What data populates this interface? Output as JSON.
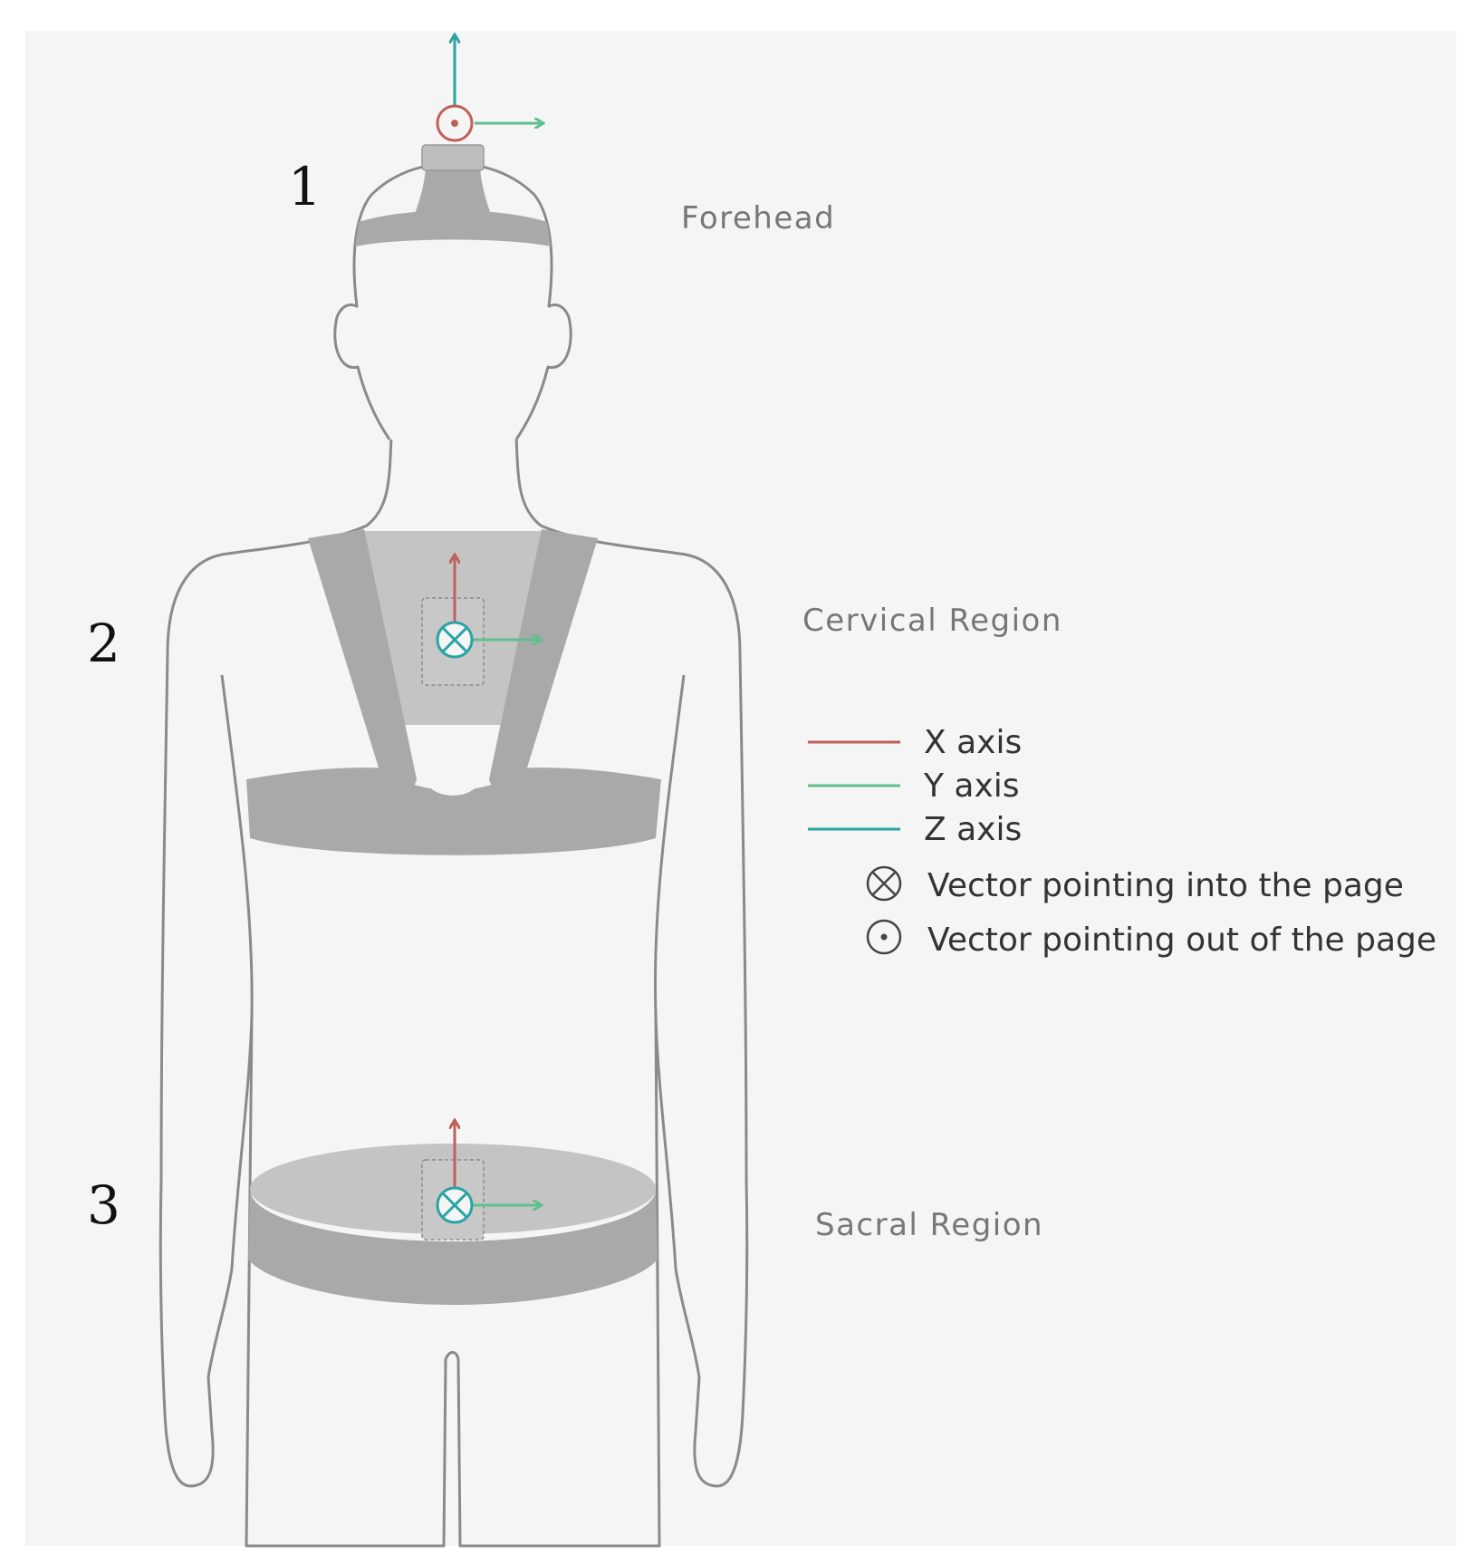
{
  "markers": [
    {
      "number": "1",
      "region": "Forehead"
    },
    {
      "number": "2",
      "region": "Cervical Region"
    },
    {
      "number": "3",
      "region": "Sacral Region"
    }
  ],
  "legend": {
    "axes": [
      {
        "label": "X axis",
        "color": "#c0605a"
      },
      {
        "label": "Y axis",
        "color": "#5fbf8f"
      },
      {
        "label": "Z axis",
        "color": "#2aa3a3"
      }
    ],
    "vector_into": "Vector pointing into the page",
    "vector_out": "Vector pointing out of the page"
  },
  "colors": {
    "background": "#f5f5f5",
    "outline": "#8a8a8a",
    "strap": "#a9a9a9",
    "strap_light": "#c4c4c4",
    "x_axis": "#c0605a",
    "y_axis": "#5fbf8f",
    "z_axis": "#2aa3a3"
  }
}
